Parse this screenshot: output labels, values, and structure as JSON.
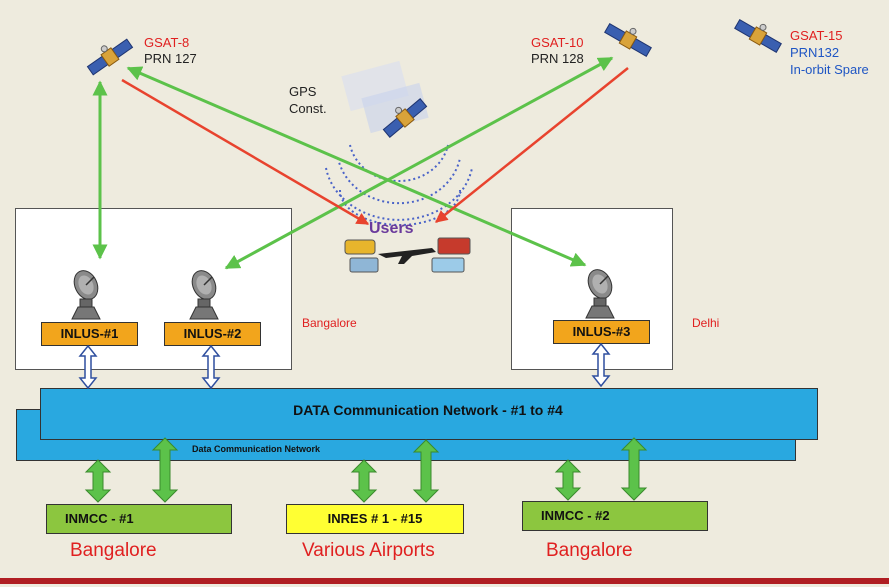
{
  "satellites": {
    "gsat8": {
      "name": "GSAT-8",
      "prn": "PRN 127"
    },
    "gsat10": {
      "name": "GSAT-10",
      "prn": "PRN 128"
    },
    "gsat15": {
      "name": "GSAT-15",
      "prn": "PRN132",
      "status": "In-orbit Spare"
    },
    "gps": {
      "line1": "GPS",
      "line2": "Const."
    }
  },
  "users_label": "Users",
  "stations": {
    "bangalore_label": "Bangalore",
    "delhi_label": "Delhi",
    "inlus1": "INLUS-#1",
    "inlus2": "INLUS-#2",
    "inlus3": "INLUS-#3"
  },
  "network": {
    "front_label": "DATA Communication  Network - #1 to #4",
    "back_label": "Data Communication Network"
  },
  "bottom": {
    "inmcc1": "INMCC - #1",
    "inres": "INRES # 1 - #15",
    "inmcc2": "INMCC - #2",
    "city1": "Bangalore",
    "city2": "Various Airports",
    "city3": "Bangalore"
  },
  "colors": {
    "background": "#eeebde",
    "link_green": "#5cc24a",
    "link_red": "#e8432e",
    "network": "#29a8e0",
    "inlus": "#f2a51c",
    "control_centre": "#8cc63f",
    "reference_station": "#ffff33",
    "footer_bar": "#b01e23"
  },
  "icons": [
    "satellite-icon",
    "dish-antenna-icon",
    "vehicle-icon",
    "airplane-icon"
  ]
}
